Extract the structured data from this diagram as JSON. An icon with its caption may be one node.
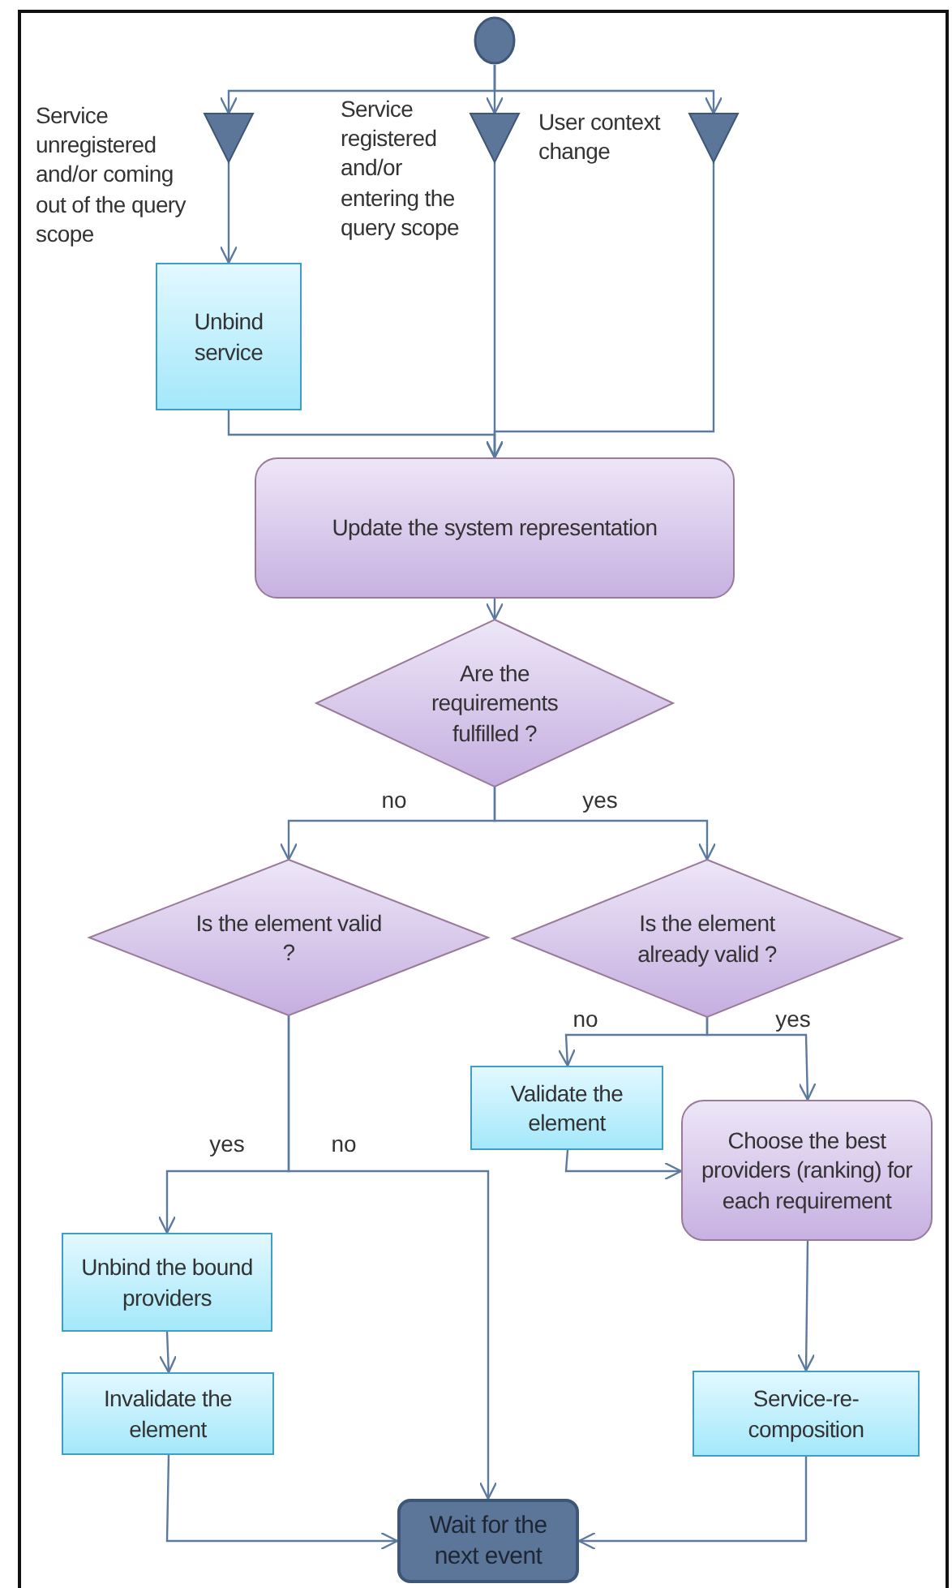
{
  "diagram": {
    "nodes": [
      {
        "text": [],
        "shape": "circle"
      },
      {
        "text": [],
        "shape": "triangle",
        "beside": [
          "Service unregistered and/or coming out of the query scope"
        ]
      },
      {
        "text": [],
        "shape": "triangle",
        "beside": [
          "Service registered and/or entering the query scope"
        ]
      },
      {
        "text": [],
        "shape": "triangle",
        "beside": [
          "User context change"
        ]
      },
      {
        "text": [
          "Unbind service"
        ]
      },
      {
        "text": [
          "Update the system representation"
        ]
      },
      {
        "text": [
          "Are the requirements fulfilled ?"
        ]
      },
      {
        "text": [
          "Is the element valid ?"
        ]
      },
      {
        "text": [
          "Is the element already valid ?"
        ]
      },
      {
        "text": [
          "Validate the element"
        ]
      },
      {
        "text": [
          "Choose the best providers (ranking) for each requirement"
        ]
      },
      {
        "text": [
          "Unbind the bound providers"
        ]
      },
      {
        "text": [
          "Invalidate the element"
        ]
      },
      {
        "text": [
          "Service-re-composition"
        ]
      },
      {
        "text": [
          "Wait for the next event"
        ]
      }
    ],
    "edges": [
      {
        "from": 0,
        "to": 1,
        "arrow": "to"
      },
      {
        "from": 0,
        "to": 2,
        "arrow": "to"
      },
      {
        "from": 0,
        "to": 3,
        "arrow": "to"
      },
      {
        "from": 1,
        "to": 4,
        "arrow": "to"
      },
      {
        "from": 4,
        "to": 5,
        "arrow": "to"
      },
      {
        "from": 2,
        "to": 5,
        "arrow": "to"
      },
      {
        "from": 3,
        "to": 5,
        "arrow": "to"
      },
      {
        "from": 5,
        "to": 6,
        "arrow": "to"
      },
      {
        "from": 6,
        "to": 7,
        "arrow": "to",
        "label": "no"
      },
      {
        "from": 6,
        "to": 8,
        "arrow": "to",
        "label": "yes"
      },
      {
        "from": 8,
        "to": 9,
        "arrow": "to",
        "label": "no"
      },
      {
        "from": 8,
        "to": 10,
        "arrow": "to",
        "label": "yes"
      },
      {
        "from": 9,
        "to": 10,
        "arrow": "to"
      },
      {
        "from": 7,
        "to": 11,
        "arrow": "to",
        "label": "yes"
      },
      {
        "from": 7,
        "to": 14,
        "arrow": "to",
        "label": "no"
      },
      {
        "from": 11,
        "to": 12,
        "arrow": "to"
      },
      {
        "from": 12,
        "to": 14,
        "arrow": "to"
      },
      {
        "from": 10,
        "to": 13,
        "arrow": "to"
      },
      {
        "from": 13,
        "to": 14,
        "arrow": "to"
      }
    ]
  }
}
